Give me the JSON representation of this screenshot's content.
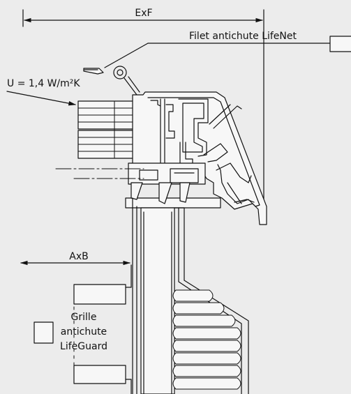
{
  "labels": {
    "dimension_top": "ExF",
    "dimension_left": "AxB",
    "net_label": "Filet antichute LifeNet",
    "u_value": "U = 1,4 W/m²K",
    "grille_line1": "Grille",
    "grille_line2": "antichute",
    "grille_line3": "LifeGuard"
  },
  "colors": {
    "background": "#ececec",
    "line": "#111111",
    "fill_light": "#f7f7f7"
  }
}
